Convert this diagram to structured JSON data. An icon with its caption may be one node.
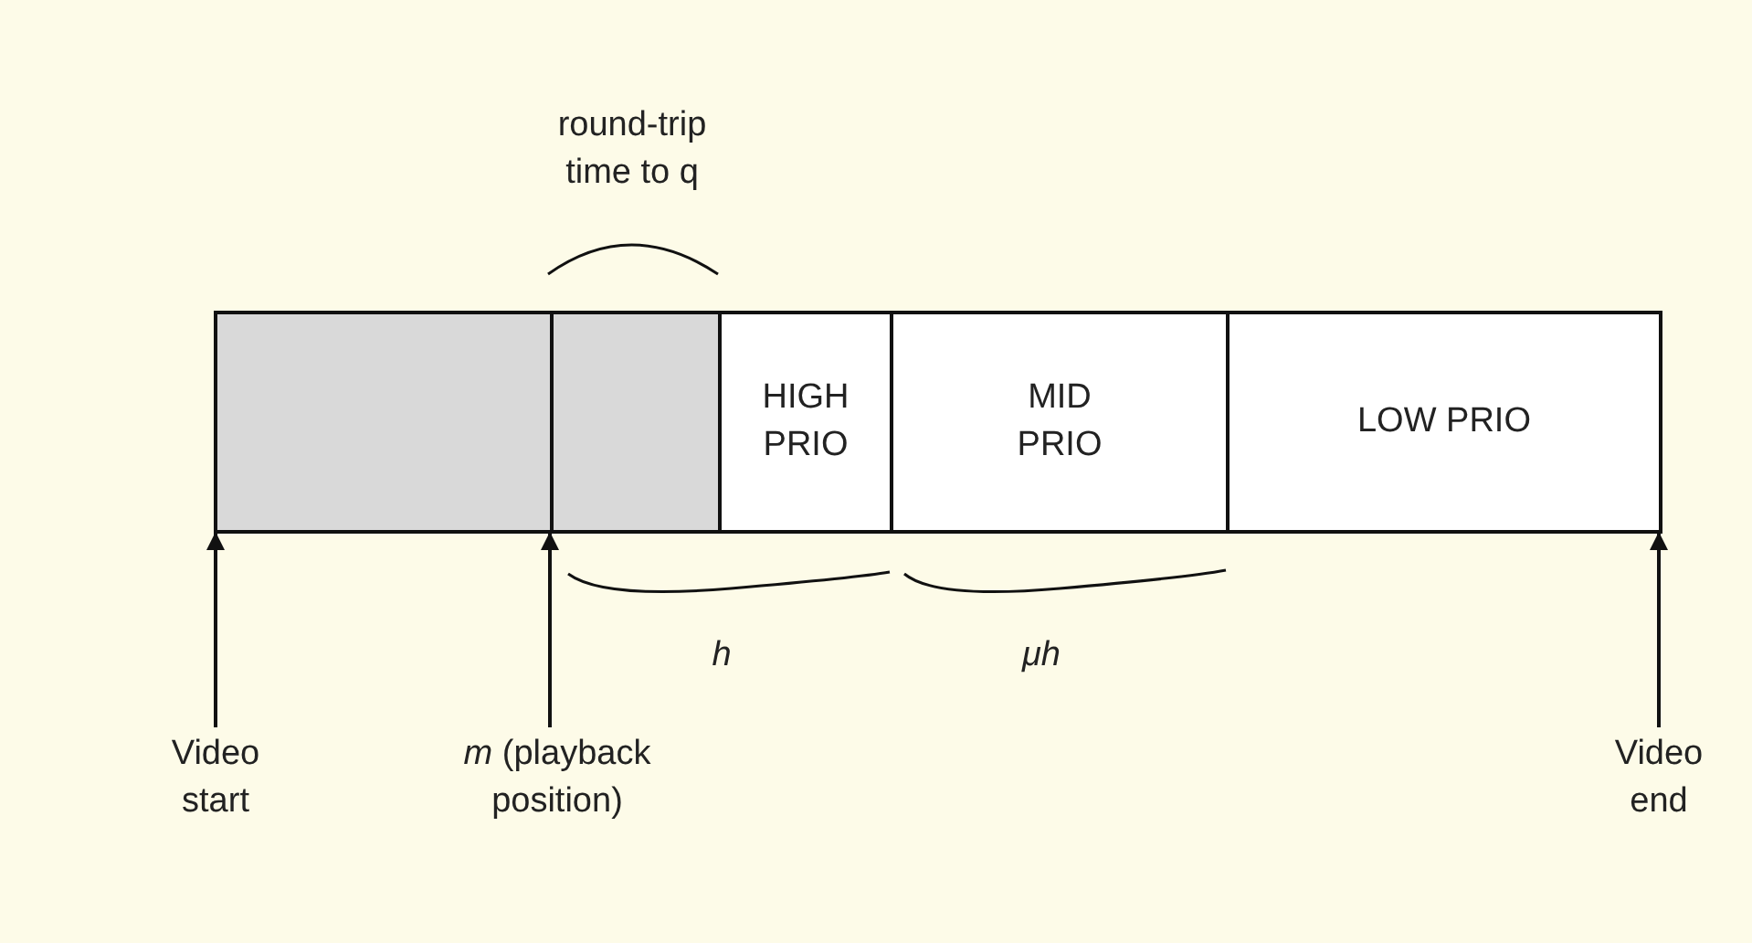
{
  "diagram": {
    "nodes": [
      {
        "text": [],
        "shape": "box"
      },
      {
        "text": [],
        "shape": "box"
      },
      {
        "text": [
          "HIGH PRIO"
        ]
      },
      {
        "text": [
          "MID PRIO"
        ]
      },
      {
        "text": [
          "LOW PRIO"
        ]
      },
      {
        "text": [
          "Video start"
        ]
      },
      {
        "text": [
          "*m* (playback position)"
        ]
      },
      {
        "text": [
          "Video end"
        ]
      }
    ],
    "edges": [
      {
        "from": 5,
        "to": 0,
        "arrow": "to"
      },
      {
        "from": 6,
        "to": 1,
        "arrow": "to"
      },
      {
        "from": 7,
        "to": 4,
        "arrow": "to"
      }
    ],
    "labels": [
      "round-trip time to q",
      "h",
      "μh"
    ]
  }
}
